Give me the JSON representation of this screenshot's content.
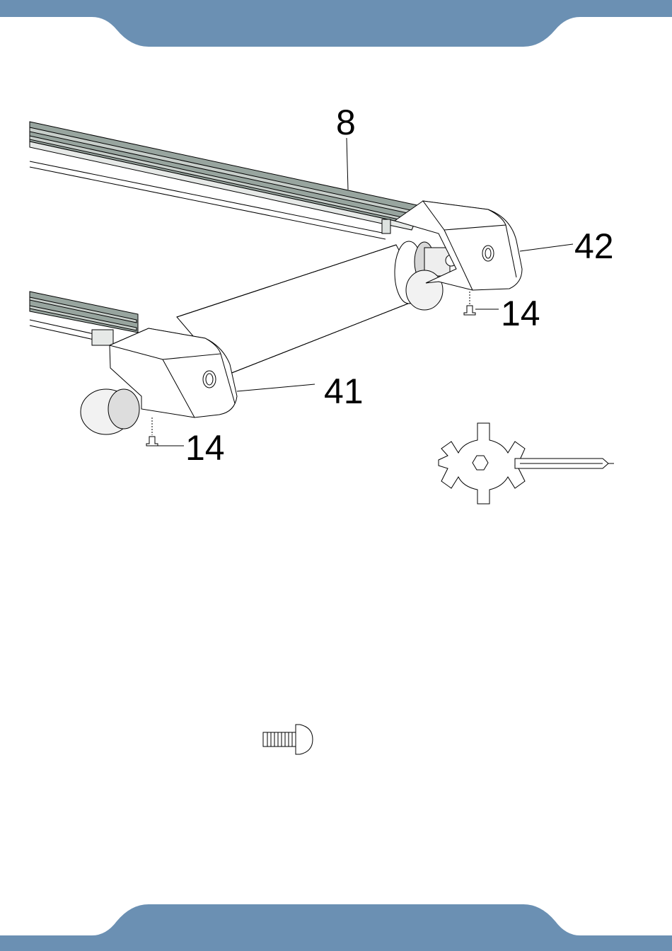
{
  "colors": {
    "band": "#6b90b3",
    "rail": "#8a9a93",
    "line": "#000000"
  },
  "callouts": {
    "part_8": "8",
    "part_42": "42",
    "part_41": "41",
    "part_14_right": "14",
    "part_14_left": "14"
  },
  "icons": {
    "tool": "allen-wrench-screwdriver-combo-icon",
    "bolt": "hex-bolt-icon"
  }
}
